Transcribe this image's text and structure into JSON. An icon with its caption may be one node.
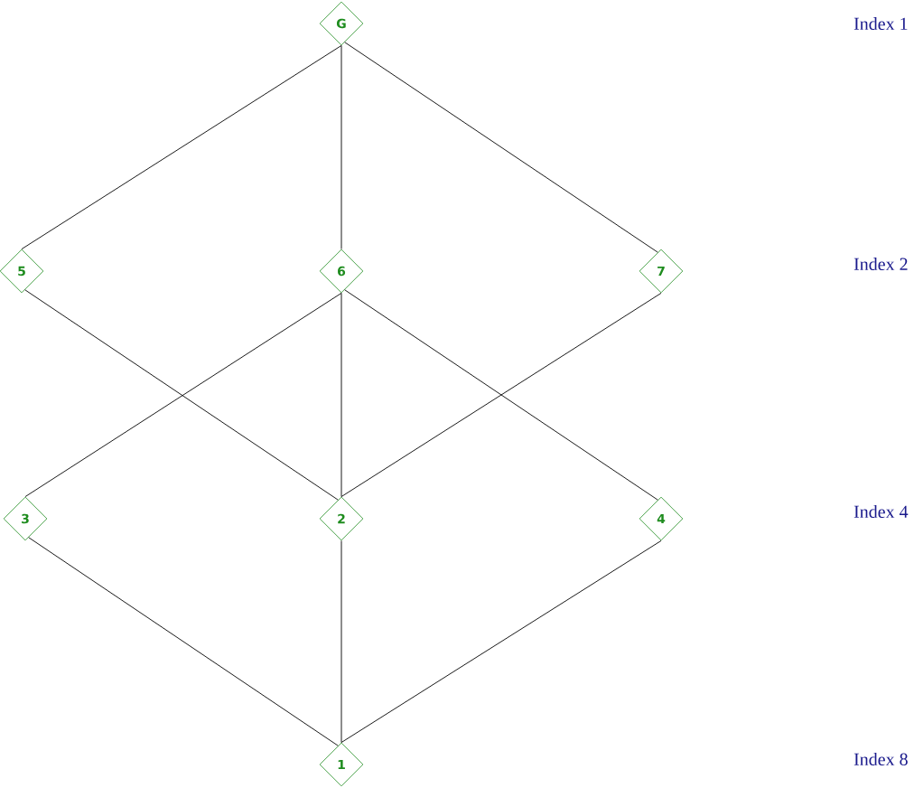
{
  "diagram": {
    "nodes": [
      {
        "text": [
          "G"
        ]
      },
      {
        "text": [
          "5"
        ]
      },
      {
        "text": [
          "6"
        ]
      },
      {
        "text": [
          "7"
        ]
      },
      {
        "text": [
          "3"
        ]
      },
      {
        "text": [
          "2"
        ]
      },
      {
        "text": [
          "4"
        ]
      },
      {
        "text": [
          "1"
        ]
      }
    ],
    "edges": [
      {
        "from": 0,
        "to": 1,
        "arrow": "none"
      },
      {
        "from": 0,
        "to": 2,
        "arrow": "none"
      },
      {
        "from": 0,
        "to": 3,
        "arrow": "none"
      },
      {
        "from": 1,
        "to": 5,
        "arrow": "none"
      },
      {
        "from": 2,
        "to": 4,
        "arrow": "none"
      },
      {
        "from": 2,
        "to": 5,
        "arrow": "none"
      },
      {
        "from": 2,
        "to": 6,
        "arrow": "none"
      },
      {
        "from": 3,
        "to": 5,
        "arrow": "none"
      },
      {
        "from": 4,
        "to": 7,
        "arrow": "none"
      },
      {
        "from": 5,
        "to": 7,
        "arrow": "none"
      },
      {
        "from": 6,
        "to": 7,
        "arrow": "none"
      }
    ],
    "labels": [
      "Index 1",
      "Index 2",
      "Index 4",
      "Index 8"
    ]
  }
}
